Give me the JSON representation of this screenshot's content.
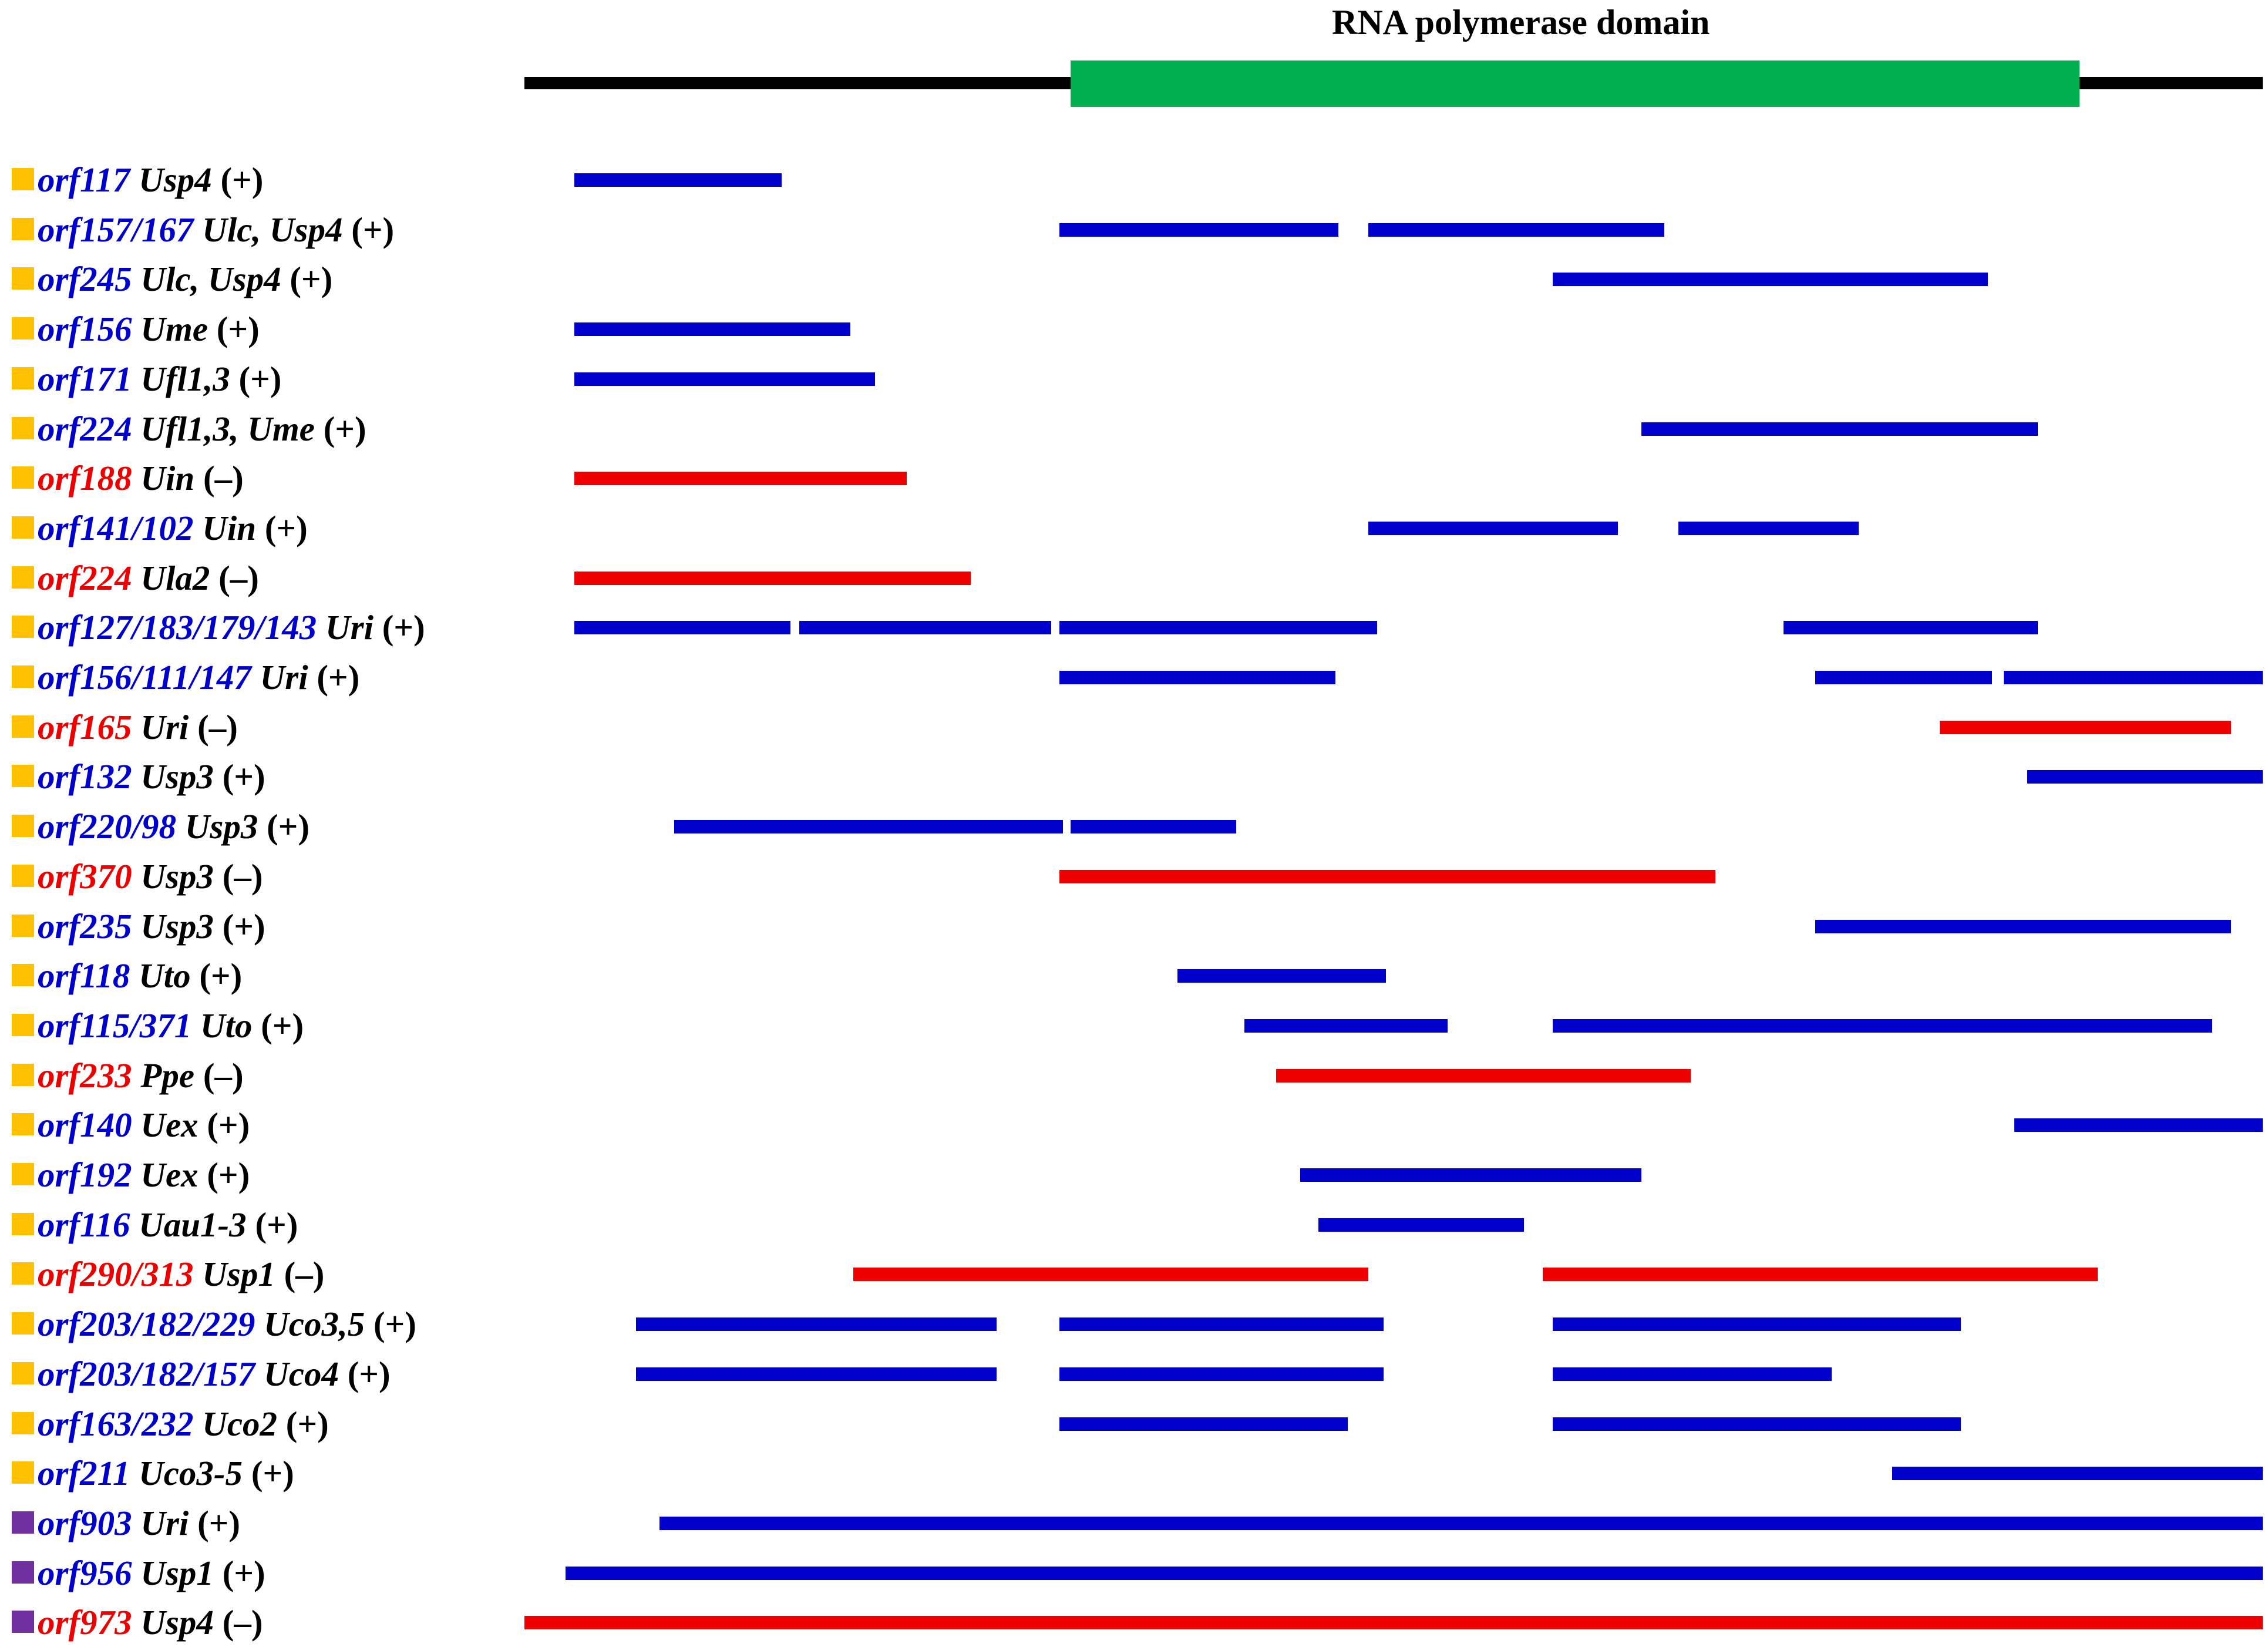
{
  "header": {
    "title": "RNA polymerase domain"
  },
  "colors": {
    "plus_strand": "#0000cc",
    "minus_strand": "#ee0000",
    "rdrp_domain": "#00b050",
    "backbone": "#000000",
    "marker_gold": "#ffc000",
    "marker_purple": "#7030a0"
  },
  "rows": [
    {
      "orf": "orf117",
      "hosts": "Usp4",
      "strand": "(+)",
      "sign": "+",
      "marker": "gold"
    },
    {
      "orf": "orf157/167",
      "hosts": "Ulc, Usp4",
      "strand": "(+)",
      "sign": "+",
      "marker": "gold"
    },
    {
      "orf": "orf245",
      "hosts": "Ulc, Usp4",
      "strand": "(+)",
      "sign": "+",
      "marker": "gold"
    },
    {
      "orf": "orf156",
      "hosts": "Ume",
      "strand": "(+)",
      "sign": "+",
      "marker": "gold"
    },
    {
      "orf": "orf171",
      "hosts": "Ufl1,3",
      "strand": "(+)",
      "sign": "+",
      "marker": "gold"
    },
    {
      "orf": "orf224",
      "hosts": "Ufl1,3, Ume",
      "strand": "(+)",
      "sign": "+",
      "marker": "gold"
    },
    {
      "orf": "orf188",
      "hosts": "Uin",
      "strand": "(–)",
      "sign": "-",
      "marker": "gold"
    },
    {
      "orf": "orf141/102",
      "hosts": "Uin",
      "strand": "(+)",
      "sign": "+",
      "marker": "gold"
    },
    {
      "orf": "orf224",
      "hosts": "Ula2",
      "strand": "(–)",
      "sign": "-",
      "marker": "gold"
    },
    {
      "orf": "orf127/183/179/143",
      "hosts": "Uri",
      "strand": "(+)",
      "sign": "+",
      "marker": "gold"
    },
    {
      "orf": "orf156/111/147",
      "hosts": "Uri",
      "strand": "(+)",
      "sign": "+",
      "marker": "gold"
    },
    {
      "orf": "orf165",
      "hosts": "Uri",
      "strand": "(–)",
      "sign": "-",
      "marker": "gold"
    },
    {
      "orf": "orf132",
      "hosts": "Usp3",
      "strand": "(+)",
      "sign": "+",
      "marker": "gold"
    },
    {
      "orf": "orf220/98",
      "hosts": "Usp3",
      "strand": "(+)",
      "sign": "+",
      "marker": "gold"
    },
    {
      "orf": "orf370",
      "hosts": "Usp3",
      "strand": "(–)",
      "sign": "-",
      "marker": "gold"
    },
    {
      "orf": "orf235",
      "hosts": "Usp3",
      "strand": "(+)",
      "sign": "+",
      "marker": "gold"
    },
    {
      "orf": "orf118",
      "hosts": "Uto",
      "strand": "(+)",
      "sign": "+",
      "marker": "gold"
    },
    {
      "orf": "orf115/371",
      "hosts": "Uto",
      "strand": "(+)",
      "sign": "+",
      "marker": "gold"
    },
    {
      "orf": "orf233",
      "hosts": "Ppe",
      "strand": "(–)",
      "sign": "-",
      "marker": "gold"
    },
    {
      "orf": "orf140",
      "hosts": "Uex",
      "strand": "(+)",
      "sign": "+",
      "marker": "gold"
    },
    {
      "orf": "orf192",
      "hosts": "Uex",
      "strand": "(+)",
      "sign": "+",
      "marker": "gold"
    },
    {
      "orf": "orf116",
      "hosts": "Uau1-3",
      "strand": "(+)",
      "sign": "+",
      "marker": "gold"
    },
    {
      "orf": "orf290/313",
      "hosts": "Usp1",
      "strand": "(–)",
      "sign": "-",
      "marker": "gold"
    },
    {
      "orf": "orf203/182/229",
      "hosts": "Uco3,5",
      "strand": "(+)",
      "sign": "+",
      "marker": "gold"
    },
    {
      "orf": "orf203/182/157",
      "hosts": "Uco4",
      "strand": "(+)",
      "sign": "+",
      "marker": "gold"
    },
    {
      "orf": "orf163/232",
      "hosts": "Uco2",
      "strand": "(+)",
      "sign": "+",
      "marker": "gold"
    },
    {
      "orf": "orf211",
      "hosts": "Uco3-5",
      "strand": "(+)",
      "sign": "+",
      "marker": "gold"
    },
    {
      "orf": "orf903",
      "hosts": "Uri",
      "strand": "(+)",
      "sign": "+",
      "marker": "purple"
    },
    {
      "orf": "orf956",
      "hosts": "Usp1",
      "strand": "(+)",
      "sign": "+",
      "marker": "purple"
    },
    {
      "orf": "orf973",
      "hosts": "Usp4",
      "strand": "(–)",
      "sign": "-",
      "marker": "purple"
    }
  ]
}
